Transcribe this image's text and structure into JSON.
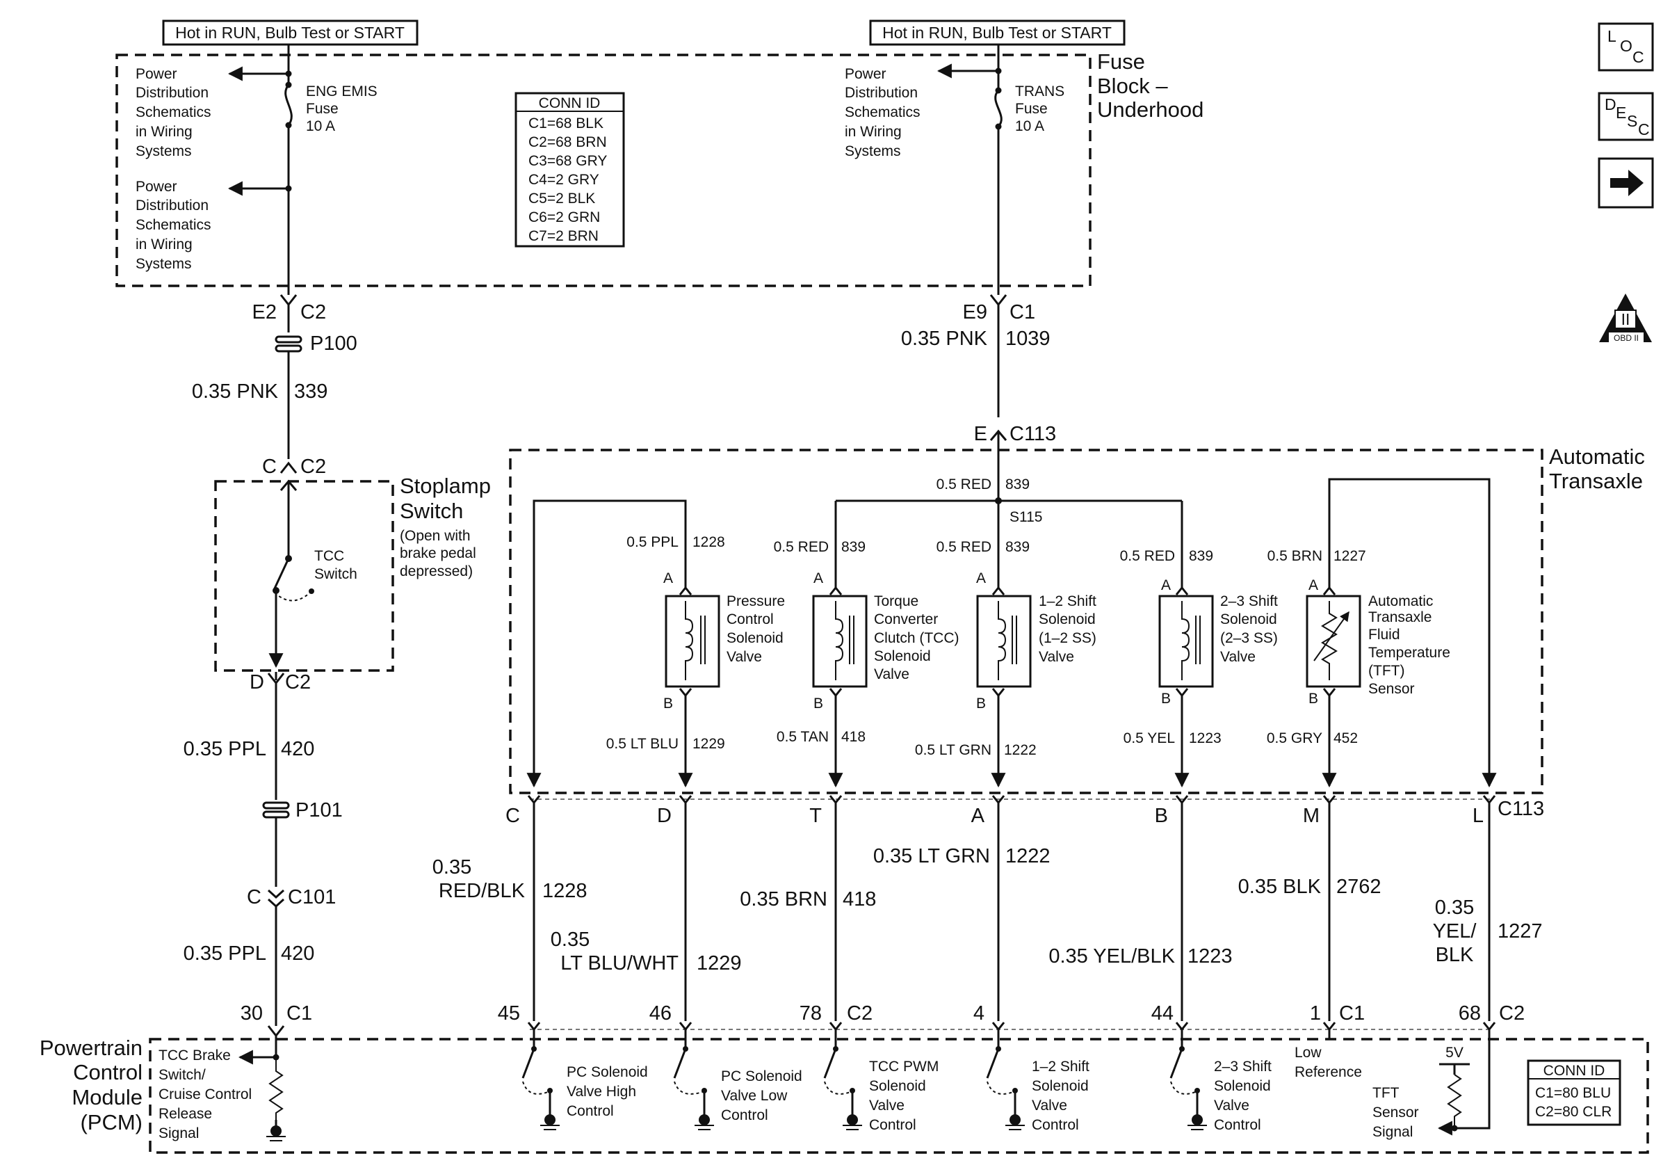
{
  "top": {
    "hot_left": "Hot in RUN, Bulb Test or START",
    "hot_right": "Hot in RUN, Bulb Test or START"
  },
  "fuse_block": {
    "title": [
      "Fuse",
      "Block –",
      "Underhood"
    ],
    "pd_a": [
      "Power",
      "Distribution",
      "Schematics",
      "in Wiring",
      "Systems"
    ],
    "pd_b": [
      "Power",
      "Distribution",
      "Schematics",
      "in Wiring",
      "Systems"
    ],
    "pd_c": [
      "Power",
      "Distribution",
      "Schematics",
      "in Wiring",
      "Systems"
    ],
    "fuse_left": [
      "ENG EMIS",
      "Fuse",
      "10 A"
    ],
    "fuse_right": [
      "TRANS",
      "Fuse",
      "10 A"
    ]
  },
  "conn_top": {
    "title": "CONN ID",
    "rows": [
      "C1=68 BLK",
      "C2=68 BRN",
      "C3=68 GRY",
      "C4=2 GRY",
      "C5=2 BLK",
      "C6=2 GRN",
      "C7=2 BRN"
    ]
  },
  "left_circuit": {
    "e2": "E2",
    "c2a": "C2",
    "p100": "P100",
    "w339_size": "0.35 PNK",
    "w339_num": "339",
    "c_top": "C",
    "c2b": "C2",
    "stoplamp": [
      "Stoplamp",
      "Switch"
    ],
    "stoplamp_note": [
      "(Open with",
      "brake pedal",
      "depressed)"
    ],
    "tcc_switch": [
      "TCC",
      "Switch"
    ],
    "d": "D",
    "c2c": "C2",
    "w420a_size": "0.35 PPL",
    "w420a_num": "420",
    "p101": "P101",
    "c_c101": "C",
    "c101": "C101",
    "w420b_size": "0.35 PPL",
    "w420b_num": "420",
    "pin30": "30",
    "c1": "C1"
  },
  "right_feed": {
    "e9": "E9",
    "c1": "C1",
    "w1039_size": "0.35 PNK",
    "w1039_num": "1039",
    "e": "E",
    "c113": "C113"
  },
  "transaxle": {
    "title": [
      "Automatic",
      "Transaxle"
    ],
    "top_red_size": "0.5 RED",
    "top_red_num": "839",
    "s115": "S115",
    "devices": [
      {
        "top_size": "0.5 PPL",
        "top_num": "1228",
        "pin_a": "A",
        "pin_b": "B",
        "label": [
          "Pressure",
          "Control",
          "Solenoid",
          "Valve"
        ],
        "bot_size": "0.5 LT BLU",
        "bot_num": "1229"
      },
      {
        "top_size": "0.5 RED",
        "top_num": "839",
        "pin_a": "A",
        "pin_b": "B",
        "label": [
          "Torque",
          "Converter",
          "Clutch (TCC)",
          "Solenoid",
          "Valve"
        ],
        "bot_size": "0.5 TAN",
        "bot_num": "418"
      },
      {
        "top_size": "0.5 RED",
        "top_num": "839",
        "pin_a": "A",
        "pin_b": "B",
        "label": [
          "1–2 Shift",
          "Solenoid",
          "(1–2 SS)",
          "Valve"
        ],
        "bot_size": "0.5 LT GRN",
        "bot_num": "1222"
      },
      {
        "top_size": "0.5 RED",
        "top_num": "839",
        "pin_a": "A",
        "pin_b": "B",
        "label": [
          "2–3 Shift",
          "Solenoid",
          "(2–3 SS)",
          "Valve"
        ],
        "bot_size": "0.5 YEL",
        "bot_num": "1223"
      },
      {
        "top_size": "0.5 BRN",
        "top_num": "1227",
        "pin_a": "A",
        "pin_b": "B",
        "label": [
          "Automatic",
          "Transaxle",
          "Fluid",
          "Temperature",
          "(TFT)",
          "Sensor"
        ],
        "bot_size": "0.5 GRY",
        "bot_num": "452"
      }
    ]
  },
  "c113_row": {
    "pins": [
      "C",
      "D",
      "T",
      "A",
      "B",
      "M",
      "L"
    ],
    "label": "C113"
  },
  "harness": {
    "w1228_size": [
      "0.35",
      "RED/BLK"
    ],
    "w1228_num": "1228",
    "w1229_size": [
      "0.35",
      "LT BLU/WHT"
    ],
    "w1229_num": "1229",
    "w418_size": "0.35 BRN",
    "w418_num": "418",
    "w1222_size": "0.35 LT GRN",
    "w1222_num": "1222",
    "w1223_size": "0.35 YEL/BLK",
    "w1223_num": "1223",
    "w2762_size": "0.35 BLK",
    "w2762_num": "2762",
    "w1227_size": [
      "0.35",
      "YEL/",
      "BLK"
    ],
    "w1227_num": "1227"
  },
  "pcm_row": {
    "pins": [
      "45",
      "46",
      "78",
      "4",
      "44",
      "1",
      "68"
    ],
    "conns": [
      "C2",
      "C1",
      "C2"
    ]
  },
  "pcm": {
    "title": [
      "Powertrain",
      "Control",
      "Module",
      "(PCM)"
    ],
    "tcc_brake": [
      "TCC Brake",
      "Switch/",
      "Cruise Control",
      "Release",
      "Signal"
    ],
    "pc_high": [
      "PC Solenoid",
      "Valve High",
      "Control"
    ],
    "pc_low": [
      "PC Solenoid",
      "Valve Low",
      "Control"
    ],
    "tcc_pwm": [
      "TCC PWM",
      "Solenoid",
      "Valve",
      "Control"
    ],
    "ss12": [
      "1–2 Shift",
      "Solenoid",
      "Valve",
      "Control"
    ],
    "ss23": [
      "2–3 Shift",
      "Solenoid",
      "Valve",
      "Control"
    ],
    "low_ref": [
      "Low",
      "Reference"
    ],
    "tft_sig": [
      "TFT",
      "Sensor",
      "Signal"
    ],
    "five_v": "5V"
  },
  "conn_bottom": {
    "title": "CONN ID",
    "rows": [
      "C1=80 BLU",
      "C2=80 CLR"
    ]
  },
  "nav": {
    "loc": [
      "L",
      "O",
      "C"
    ],
    "desc": [
      "D",
      "E",
      "S",
      "C"
    ],
    "obd": "II",
    "obd_sub": "OBD II"
  }
}
